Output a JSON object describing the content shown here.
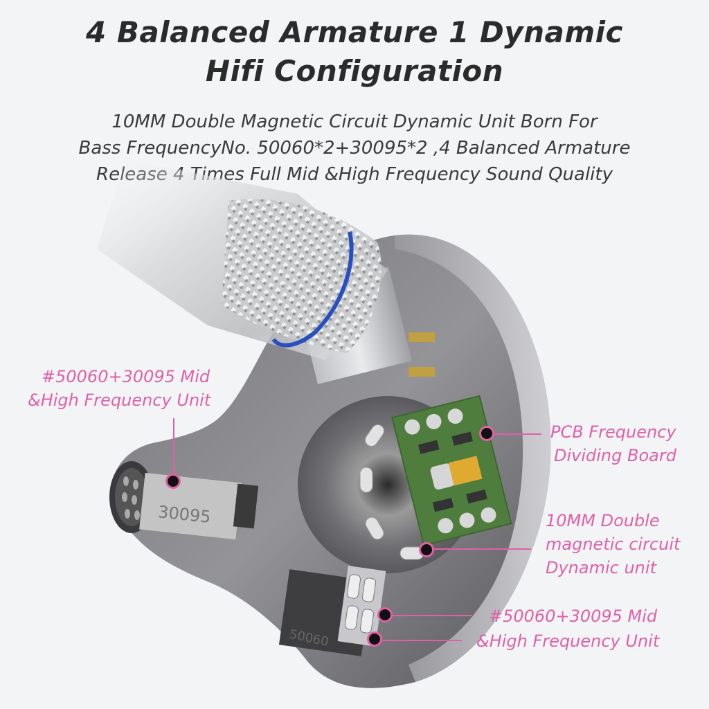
{
  "header": {
    "title_line1": "4 Balanced Armature  1 Dynamic",
    "title_line2": "Hifi Configuration"
  },
  "description": {
    "line1": "10MM Double Magnetic Circuit Dynamic Unit Born For",
    "line2": "Bass FrequencyNo. 50060*2+30095*2 ,4 Balanced Armature",
    "line3": "Release 4 Times Full Mid &High Frequency Sound Quality"
  },
  "callouts": {
    "left_unit": {
      "line1": "#50060+30095 Mid",
      "line2": "&High Frequency Unit"
    },
    "pcb": {
      "line1": "PCB Frequency",
      "line2": "Dividing Board"
    },
    "dynamic": {
      "line1": "10MM Double",
      "line2": "magnetic circuit",
      "line3": "Dynamic unit"
    },
    "bottom_unit": {
      "line1": "#50060+30095 Mid",
      "line2": "&High Frequency Unit"
    }
  },
  "component_labels": {
    "armature_left": "30095",
    "armature_bottom": "50060"
  },
  "colors": {
    "accent_pink": "#e060a8",
    "background": "#f3f4f6",
    "title_text": "#2b2b2b",
    "pcb_green": "#4e7d3e",
    "cable_ring_blue": "#2a4fc0",
    "capacitor_gold": "#e0aa30"
  }
}
